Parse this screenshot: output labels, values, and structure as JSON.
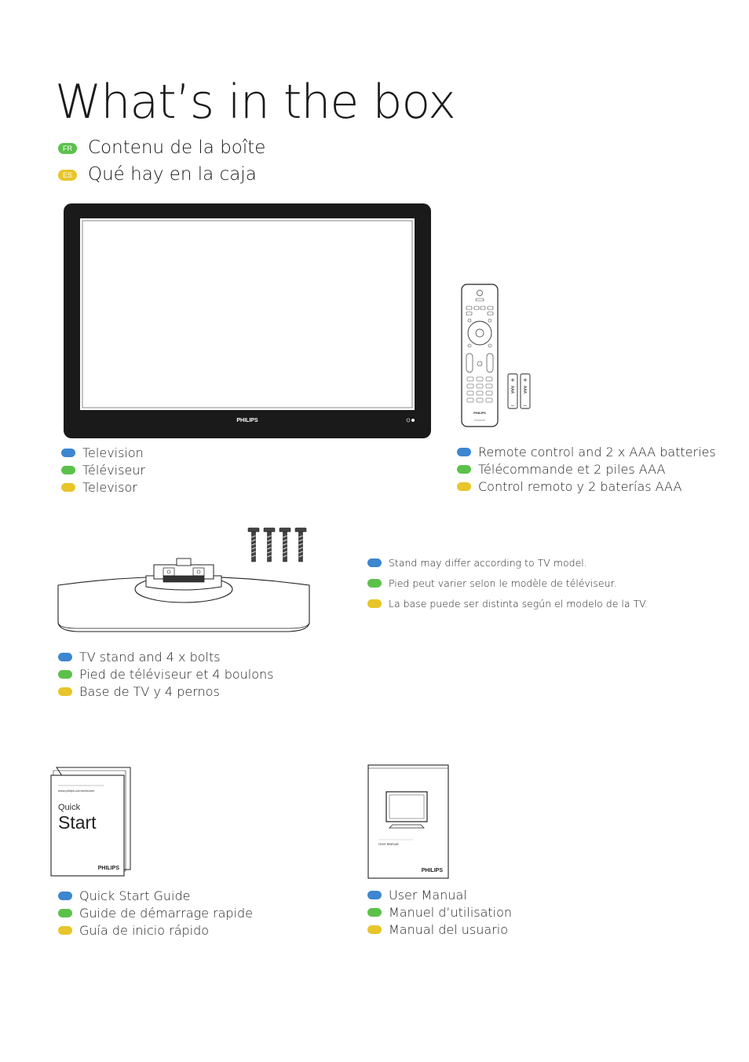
{
  "header": {
    "title": "What’s in the box",
    "fr_tag": "FR",
    "fr_title": "Contenu de la boîte",
    "es_tag": "ES",
    "es_title": "Qué hay en la caja"
  },
  "colors": {
    "en": "#3d86d0",
    "fr": "#5cc14b",
    "es": "#e8c52a"
  },
  "items": {
    "tv": {
      "en": "Television",
      "fr": "Téléviseur",
      "es": "Televisor",
      "brand": "PHILIPS"
    },
    "remote": {
      "en": "Remote control and 2 x AAA batteries",
      "fr": "Télécommande et 2 piles AAA",
      "es": "Control remoto y 2 baterías AAA",
      "brand": "PHILIPS",
      "battery_label": "AAA",
      "battery_plus": "+",
      "battery_minus": "–"
    },
    "stand": {
      "en": "TV stand and 4 x bolts",
      "fr": "Pied de téléviseur et 4 boulons",
      "es": "Base de TV y 4 pernos"
    },
    "stand_note": {
      "en": "Stand may differ according to TV model.",
      "fr": "Pied peut varier selon le modèle de téléviseur.",
      "es": "La base puede ser distinta según el modelo de la TV."
    },
    "quick_start": {
      "en": "Quick Start Guide",
      "fr": "Guide de démarrage rapide",
      "es": "Guía de inicio rápido",
      "cover_line1": "Quick",
      "cover_line2": "Start",
      "brand": "PHILIPS",
      "url": "www.philips.com/welcome"
    },
    "user_manual": {
      "en": "User Manual",
      "fr": "Manuel d’utilisation",
      "es": "Manual del usuario",
      "cover_label": "User Manual",
      "brand": "PHILIPS"
    }
  }
}
